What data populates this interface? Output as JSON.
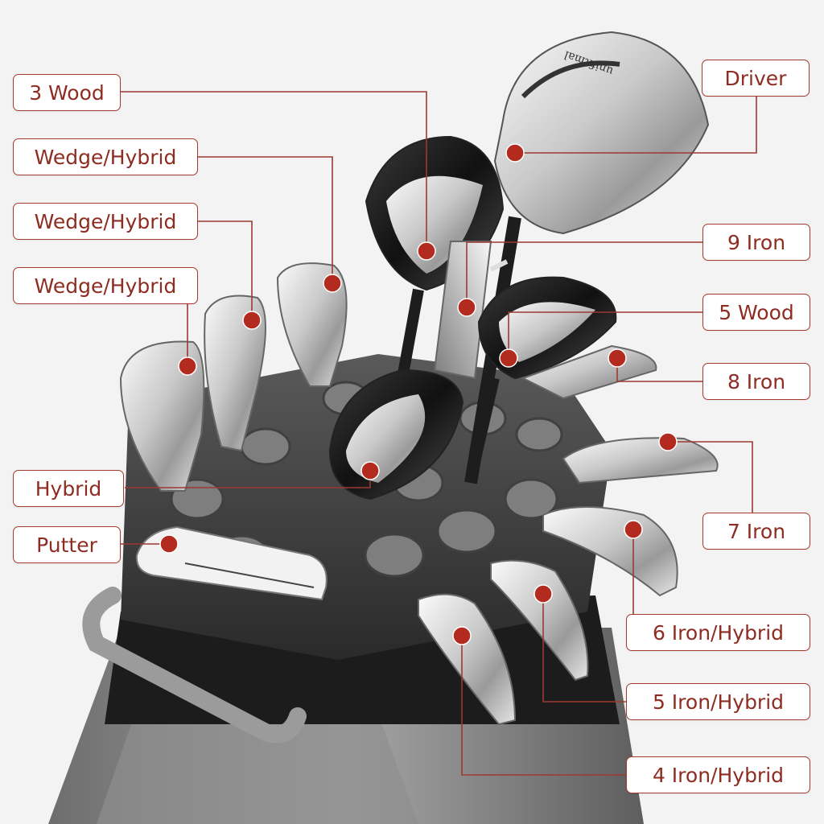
{
  "labels": {
    "wood3": "3 Wood",
    "wedge1": "Wedge/Hybrid",
    "wedge2": "Wedge/Hybrid",
    "wedge3": "Wedge/Hybrid",
    "hybrid": "Hybrid",
    "putter": "Putter",
    "driver": "Driver",
    "iron9": "9 Iron",
    "wood5": "5 Wood",
    "iron8": "8 Iron",
    "iron7": "7 Iron",
    "iron6": "6 Iron/Hybrid",
    "iron5": "5 Iron/Hybrid",
    "iron4": "4 Iron/Hybrid"
  },
  "brand": "unifitmal",
  "colors": {
    "label_text": "#8e2c22",
    "label_border": "#a33a2e",
    "leader_line": "#9c3a30",
    "marker_dot": "#b32a1f",
    "background": "#f4f3f3"
  }
}
